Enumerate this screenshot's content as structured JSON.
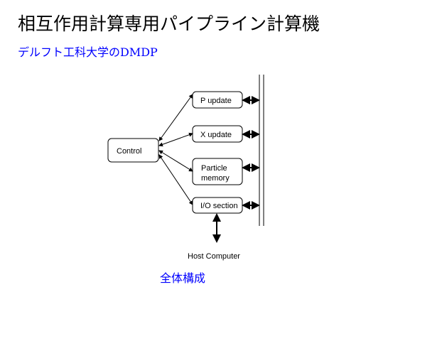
{
  "header": {
    "title": "相互作用計算専用パイプライン計算機",
    "subtitle": "デルフト工科大学のDMDP"
  },
  "diagram": {
    "control": "Control",
    "blocks": [
      {
        "line1": "P update",
        "line2": ""
      },
      {
        "line1": "X update",
        "line2": ""
      },
      {
        "line1": "Particle",
        "line2": "memory"
      },
      {
        "line1": "I/O section",
        "line2": ""
      }
    ],
    "host": "Host Computer"
  },
  "caption": "全体構成",
  "colors": {
    "accent": "#0000ff",
    "text": "#000000"
  }
}
